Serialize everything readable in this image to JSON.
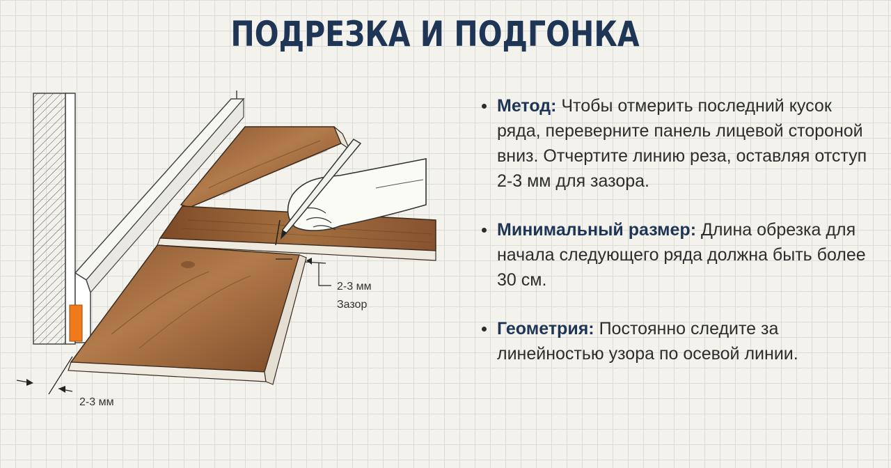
{
  "title": "ПОДРЕЗКА И ПОДГОНКА",
  "illustration": {
    "gap_label": "2-3 мм",
    "gap_caption": "Зазор",
    "wall_gap_label": "2-3 мм"
  },
  "bullets": [
    {
      "term": "Метод:",
      "text": " Чтобы отмерить последний кусок ряда, переверните панель лицевой стороной вниз. Отчертите линию реза, оставляя отступ 2-3 мм для зазора."
    },
    {
      "term": "Минимальный размер:",
      "text": " Длина обрезка для начала следующего ряда должна быть более 30 см."
    },
    {
      "term": "Геометрия:",
      "text": " Постоянно следите за линейностью узора по осевой линии."
    }
  ],
  "colors": {
    "title": "#1f3556",
    "wood_light": "#b07a4a",
    "wood_dark": "#7a4a26",
    "spacer": "#f07a1a"
  }
}
